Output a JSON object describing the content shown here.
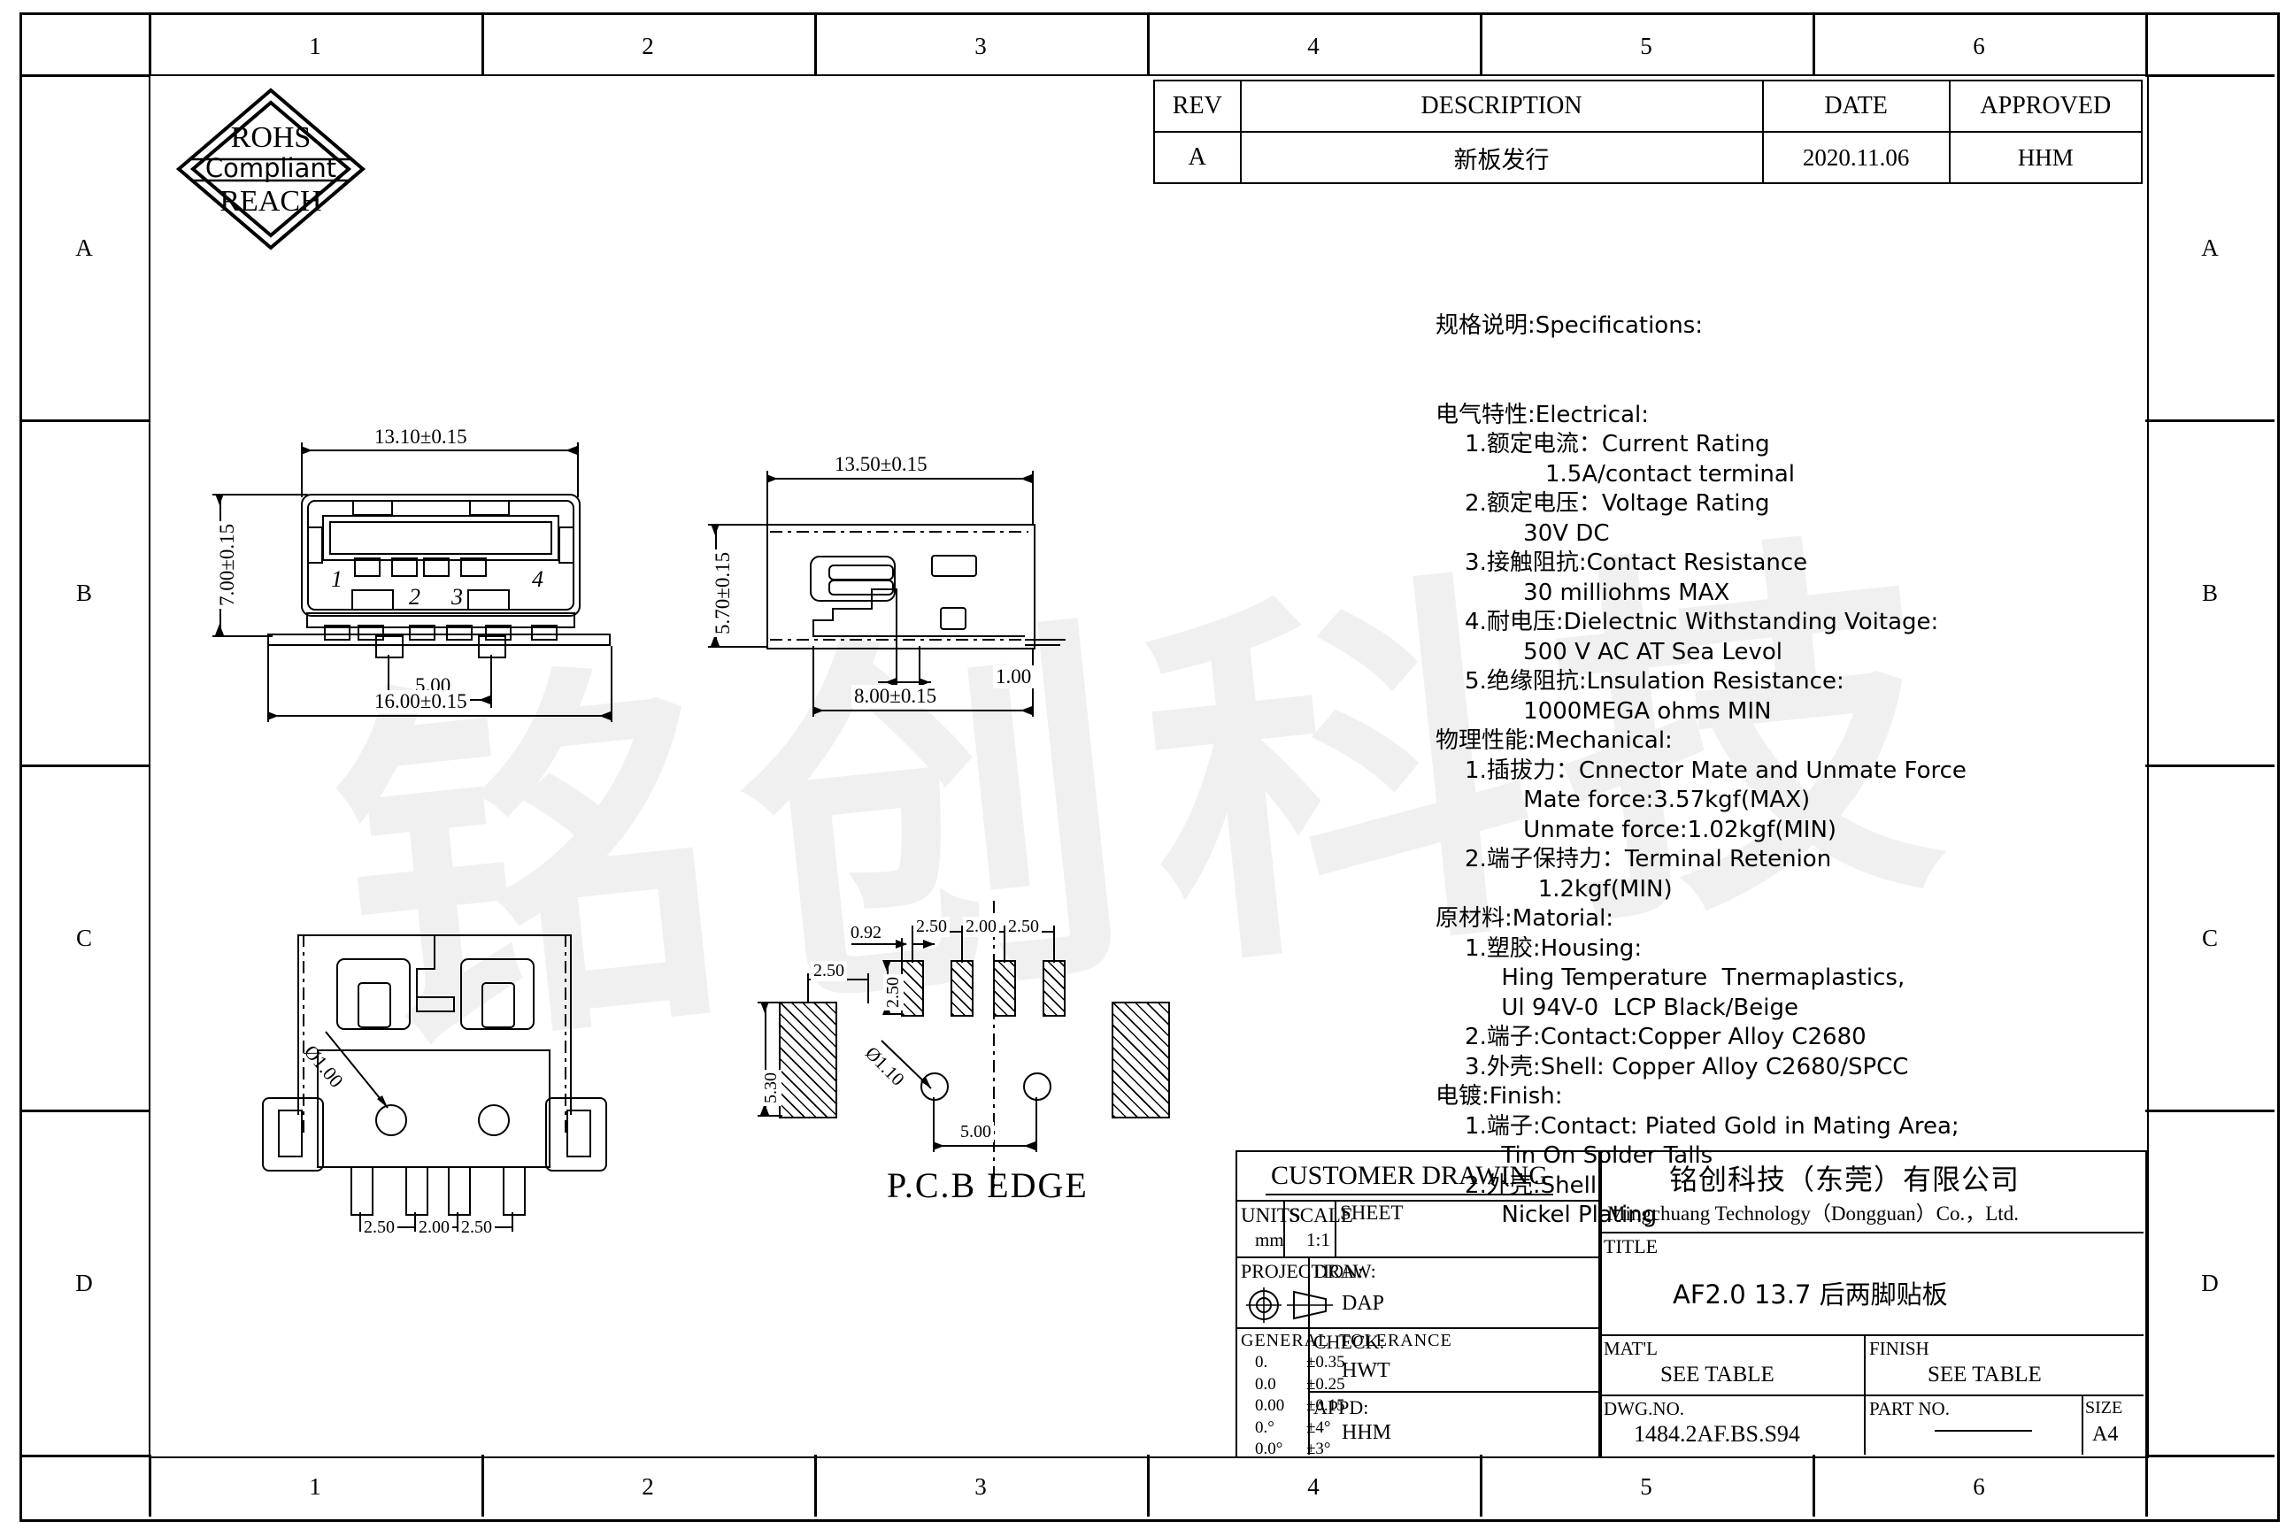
{
  "watermark_text": "铭创科技",
  "border": {
    "zones_horizontal": [
      "1",
      "2",
      "3",
      "4",
      "5",
      "6"
    ],
    "zones_vertical": [
      "A",
      "B",
      "C",
      "D"
    ]
  },
  "rohs_logo": {
    "line1": "ROHS",
    "line2": "Compliant",
    "line3": "REACH"
  },
  "revision_table": {
    "headers": [
      "REV",
      "DESCRIPTION",
      "DATE",
      "APPROVED"
    ],
    "rows": [
      {
        "rev": "A",
        "description": "新板发行",
        "date": "2020.11.06",
        "approved": "HHM"
      }
    ]
  },
  "specifications": {
    "heading": "规格说明:Specifications:",
    "lines": [
      "电气特性:Electrical:",
      "    1.额定电流：Current Rating",
      "               1.5A/contact terminal",
      "    2.额定电压：Voltage Rating",
      "            30V DC",
      "    3.接触阻抗:Contact Resistance",
      "            30 milliohms MAX",
      "    4.耐电压:Dielectnic Withstanding Voitage:",
      "            500 V AC AT Sea Levol",
      "    5.绝缘阻抗:Lnsulation Resistance:",
      "            1000MEGA ohms MIN",
      "物理性能:Mechanical:",
      "    1.插拔力：Cnnector Mate and Unmate Force",
      "            Mate force:3.57kgf(MAX)",
      "            Unmate force:1.02kgf(MIN)",
      "    2.端子保持力：Terminal Retenion",
      "              1.2kgf(MIN)",
      "原材料:Matorial:",
      "    1.塑胶:Housing:",
      "         Hing Temperature  Tnermaplastics,",
      "         Ul 94V-0  LCP Black/Beige",
      "    2.端子:Contact:Copper Alloy C2680",
      "    3.外壳:Shell: Copper Alloy C2680/SPCC",
      "电镀:Finish:",
      "    1.端子:Contact: Piated Gold in Mating Area;",
      "         Tin On Solder Talls",
      "    2.外壳:Shell:",
      "         Nickel Plating"
    ]
  },
  "views": {
    "front_view": {
      "dims": {
        "width_shell": "13.10±0.15",
        "height": "7.00±0.15",
        "pin_span": "5.00",
        "overall_width": "16.00±0.15"
      },
      "pin_numbers": [
        "1",
        "2",
        "3",
        "4"
      ]
    },
    "side_view": {
      "dims": {
        "length": "13.50±0.15",
        "height": "5.70±0.15",
        "leg_position": "8.00±0.15",
        "leg_thickness": "1.00"
      }
    },
    "bottom_view": {
      "dims": {
        "hole_dia": "Ø1.00",
        "pitch_a": "2.50",
        "pitch_b": "2.00",
        "pitch_c": "2.50"
      }
    },
    "pcb_layout": {
      "label": "P.C.B EDGE",
      "dims": {
        "pad_offset": "0.92",
        "pitch_1": "2.50",
        "pitch_2": "2.00",
        "pitch_3": "2.50",
        "pad_height": "2.50",
        "shell_pad_width": "2.50",
        "shell_pad_height": "5.30",
        "hole_dia": "Ø1.10",
        "hole_span": "5.00"
      }
    }
  },
  "title_block": {
    "customer_drawing": "CUSTOMER DRAWING",
    "units_label": "UNITS",
    "units_value": "mm",
    "scale_label": "SCALE",
    "scale_value": "1:1",
    "sheet_label": "SHEET",
    "sheet_value": "",
    "projection_label": "PROJECTION:",
    "draw_label": "DRAW:",
    "draw_value": "DAP",
    "general_tolerance_label": "GENERAL  TOLERANCE",
    "tolerances": [
      {
        "fmt": "0.",
        "tol": "±0.35"
      },
      {
        "fmt": "0.0",
        "tol": "±0.25"
      },
      {
        "fmt": "0.00",
        "tol": "±0.15"
      },
      {
        "fmt": "0.°",
        "tol": "±4°"
      },
      {
        "fmt": "0.0°",
        "tol": "±3°"
      }
    ],
    "check_label": "CHECK:",
    "check_value": "HWT",
    "appd_label": "APPD:",
    "appd_value": "HHM",
    "company_cn": "铭创科技（东莞）有限公司",
    "company_en": "Mingchuang Technology（Dongguan）Co.，Ltd.",
    "title_label": "TITLE",
    "title_value": "AF2.0 13.7 后两脚贴板",
    "matl_label": "MAT'L",
    "matl_value": "SEE TABLE",
    "finish_label": "FINISH",
    "finish_value": "SEE TABLE",
    "dwg_no_label": "DWG.NO.",
    "dwg_no_value": "1484.2AF.BS.S94",
    "part_no_label": "PART NO.",
    "part_no_value": "",
    "size_label": "SIZE",
    "size_value": "A4"
  }
}
